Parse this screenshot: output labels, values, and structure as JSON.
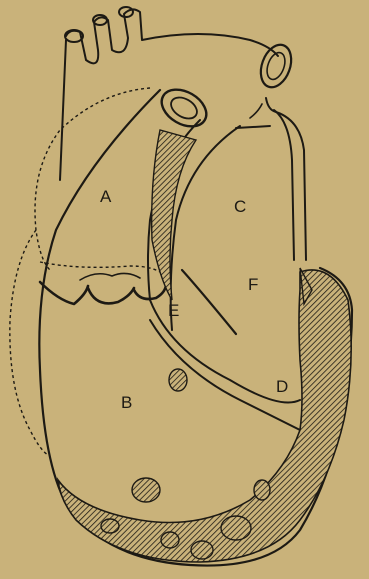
{
  "diagram": {
    "labels": {
      "A": "A",
      "B": "B",
      "C": "C",
      "D": "D",
      "E": "E",
      "F": "F"
    }
  }
}
